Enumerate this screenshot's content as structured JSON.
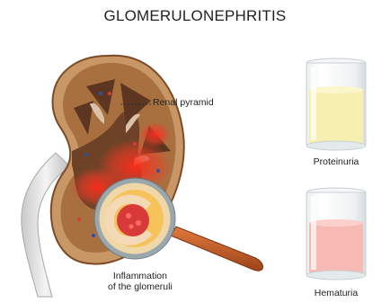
{
  "title": "GLOMERULONEPHRITIS",
  "labels": {
    "renal_pyramid": "Renal pyramid",
    "inflammation_line1": "Inflammation",
    "inflammation_line2": "of the glomeruli",
    "proteinuria": "Proteinuria",
    "hematuria": "Hematuria"
  },
  "colors": {
    "kidney_cortex": "#a26b3f",
    "kidney_inner": "#7a4a2a",
    "inflammation": "#e8302a",
    "magnifier_handle": "#c4622a",
    "urine_protein": "#f6efb0",
    "urine_blood": "#f6b9b4"
  }
}
